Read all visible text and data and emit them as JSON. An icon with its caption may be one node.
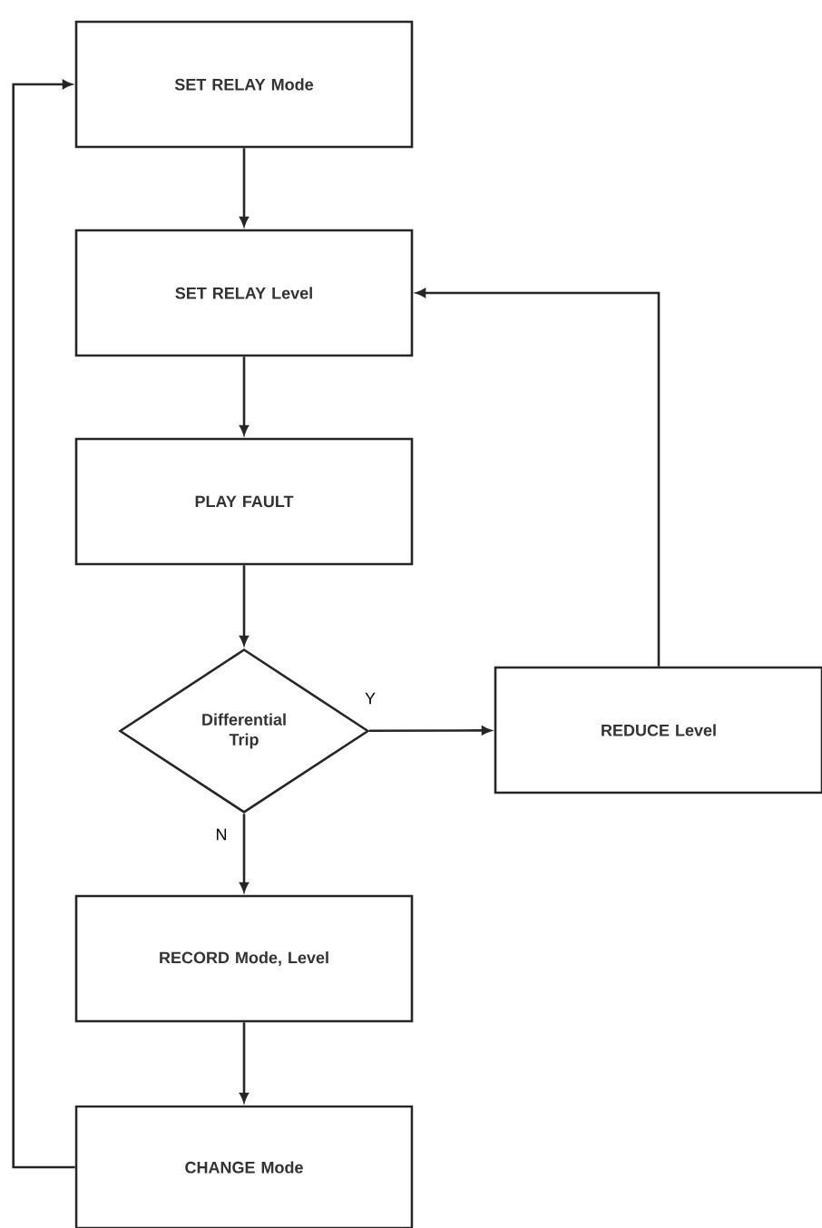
{
  "diagram": {
    "nodes": [
      {
        "text": [
          "SET RELAY Mode"
        ]
      },
      {
        "text": [
          "SET RELAY Level"
        ]
      },
      {
        "text": [
          "PLAY FAULT"
        ]
      },
      {
        "text": [
          "Differential Trip"
        ]
      },
      {
        "text": [
          "REDUCE Level"
        ]
      },
      {
        "text": [
          "RECORD Mode, Level"
        ]
      },
      {
        "text": [
          "CHANGE Mode"
        ]
      }
    ],
    "edges": [
      {
        "from": 0,
        "to": 1,
        "arrow": "to"
      },
      {
        "from": 1,
        "to": 2,
        "arrow": "to"
      },
      {
        "from": 2,
        "to": 3,
        "arrow": "to"
      },
      {
        "from": 3,
        "to": 4,
        "arrow": "to",
        "label": "Y"
      },
      {
        "from": 4,
        "to": 1,
        "arrow": "to"
      },
      {
        "from": 3,
        "to": 5,
        "arrow": "to",
        "label": "N"
      },
      {
        "from": 5,
        "to": 6,
        "arrow": "to"
      },
      {
        "from": 6,
        "to": 0,
        "arrow": "to"
      }
    ]
  }
}
